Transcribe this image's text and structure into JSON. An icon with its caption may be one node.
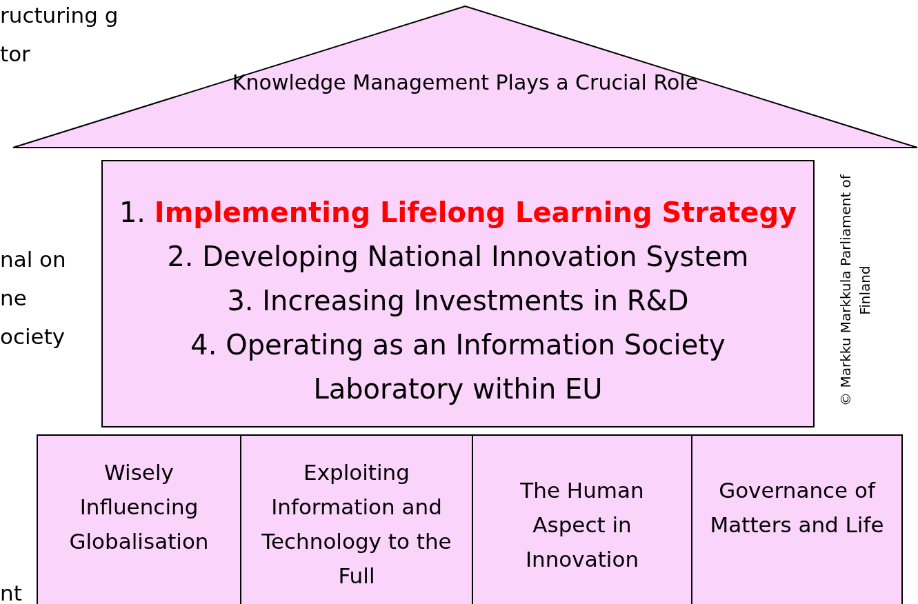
{
  "diagram": {
    "nodes": [
      {
        "text": [
          "Knowledge Management Plays a Crucial Role"
        ]
      },
      {
        "text": [
          "1. **Implementing Lifelong Learning Strategy**",
          "2. Developing National Innovation System",
          "3. Increasing Investments in R&D",
          "4.  Operating as an Information Society Laboratory within EU"
        ]
      },
      {
        "text": [
          "Wisely Influencing Globalisation"
        ]
      },
      {
        "text": [
          "Exploiting Information and Technology to the Full"
        ]
      },
      {
        "text": [
          "The Human Aspect in Innovation"
        ]
      },
      {
        "text": [
          "Governance of Matters and Life"
        ]
      }
    ],
    "edges": [],
    "labels": [
      "ructuring g tor",
      "nal on ne ociety",
      "nt",
      "© Markku Markkula Parliament of Finland"
    ]
  }
}
